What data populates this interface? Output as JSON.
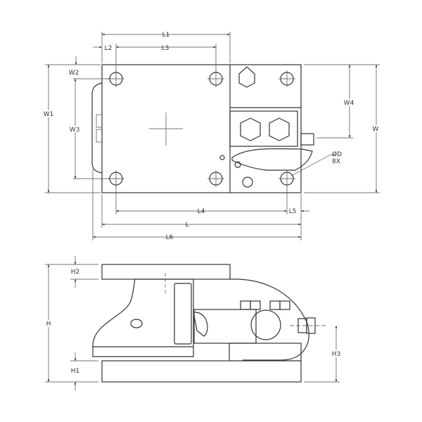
{
  "top_view": {
    "dimensions": {
      "L1": "L1",
      "L2": "L2",
      "L3": "L3",
      "L4": "L4",
      "L5": "L5",
      "L": "L",
      "L6": "L6",
      "W": "W",
      "W1": "W1",
      "W2": "W2",
      "W3": "W3",
      "W4": "W4"
    },
    "hole_callout": {
      "diameter": "ØD",
      "count": "8X"
    }
  },
  "side_view": {
    "dimensions": {
      "H": "H",
      "H1": "H1",
      "H2": "H2",
      "H3": "H3"
    }
  }
}
